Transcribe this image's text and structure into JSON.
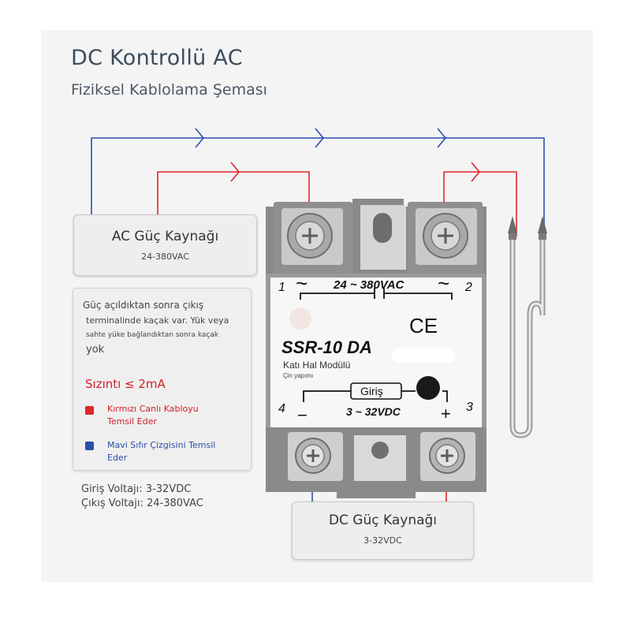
{
  "header": {
    "title": "DC Kontrollü AC",
    "subtitle": "Fiziksel Kablolama Şeması"
  },
  "ac_source": {
    "title": "AC Güç Kaynağı",
    "subtitle": "24-380VAC"
  },
  "dc_source": {
    "title": "DC Güç Kaynağı",
    "subtitle": "3-32VDC"
  },
  "note": {
    "line1": "Güç açıldıktan sonra çıkış",
    "line2": "terminalinde kaçak var. Yük veya",
    "line3": "sahte yüke bağlandıktan sonra kaçak",
    "line4": "yok",
    "leakage": "Sızıntı ≤ 2mA",
    "legend_red_1": "Kırmızı Canlı Kabloyu",
    "legend_red_2": "Temsil Eder",
    "legend_blue_1": "Mavi Sıfır Çizgisini Temsil",
    "legend_blue_2": "Eder",
    "red_color": "#e0262b",
    "blue_color": "#2a4fa8"
  },
  "voltages": {
    "input": "Giriş Voltajı: 3-32VDC",
    "output": "Çıkış Voltajı: 24-380VAC"
  },
  "relay": {
    "terminal_1": "1",
    "terminal_2": "2",
    "terminal_3": "3",
    "terminal_4": "4",
    "tilde": "~",
    "ac_rating": "24 ~ 380VAC",
    "ce_mark": "CE",
    "model": "SSR-10 DA",
    "description": "Katı Hal Modülü",
    "origin": "Çin yapımı",
    "input_label": "Giriş",
    "minus": "−",
    "plus": "+",
    "dc_rating": "3 ~ 32VDC"
  },
  "colors": {
    "live_wire": "#e0262b",
    "neutral_wire": "#2a4fa8",
    "relay_body": "#8e8e8e"
  }
}
